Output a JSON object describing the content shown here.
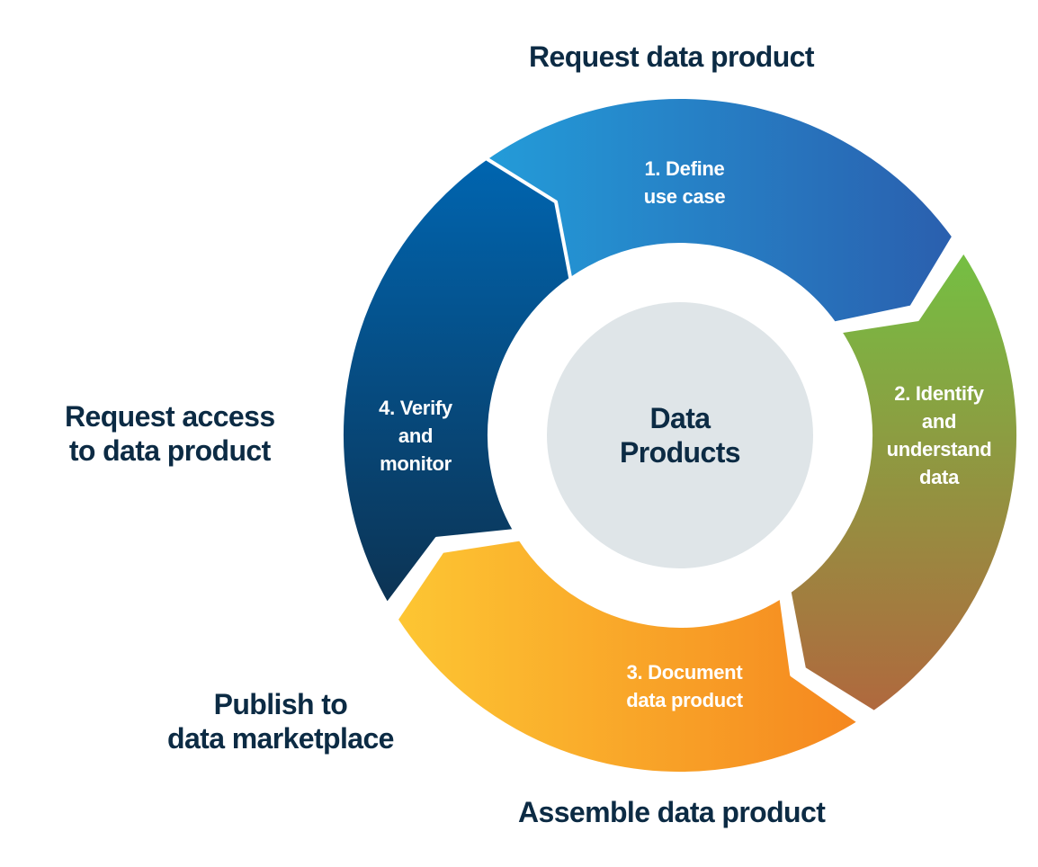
{
  "outer_labels": {
    "top": "Request data product",
    "left": [
      "Request access",
      "to data product"
    ],
    "bottom_left": [
      "Publish to",
      "data marketplace"
    ],
    "bottom": "Assemble data product"
  },
  "segments": [
    {
      "lines": [
        "1. Define",
        "use case"
      ],
      "gradient": [
        "#22a6e0",
        "#2a5fae"
      ]
    },
    {
      "lines": [
        "2. Identify",
        "and",
        "understand",
        "data"
      ],
      "gradient": [
        "#74c043",
        "#b0683e"
      ]
    },
    {
      "lines": [
        "3. Document",
        "data product"
      ],
      "gradient": [
        "#fdc633",
        "#f5871f"
      ]
    },
    {
      "lines": [
        "4. Verify",
        "and",
        "monitor"
      ],
      "gradient": [
        "#0065b0",
        "#0c3353"
      ]
    }
  ],
  "center": {
    "lines": [
      "Data",
      "Products"
    ],
    "fill": "#dfe5e8"
  },
  "text_color": "#0c2b44"
}
